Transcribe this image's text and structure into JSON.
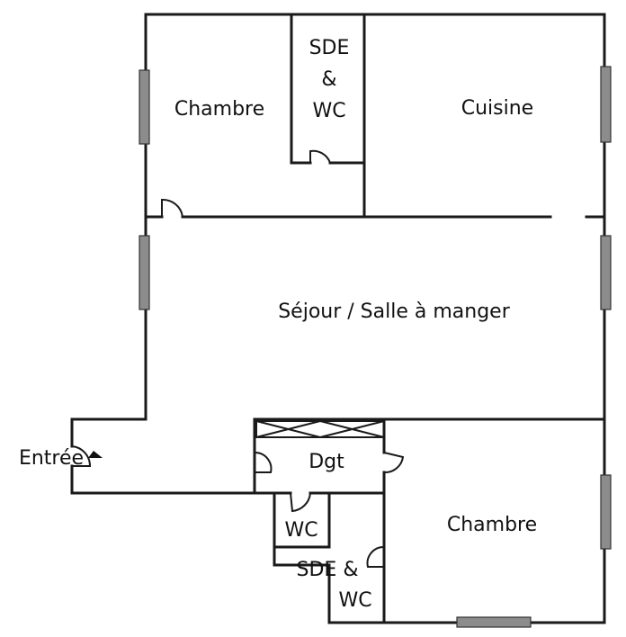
{
  "rooms": {
    "chambre_1": "Chambre",
    "sde_wc_1_line1": "SDE",
    "sde_wc_1_line2": "&",
    "sde_wc_1_line3": "WC",
    "cuisine": "Cuisine",
    "sejour": "Séjour / Salle à manger",
    "entree": "Entrée",
    "dgt": "Dgt",
    "wc": "WC",
    "sde_wc_2_line1": "SDE &",
    "sde_wc_2_line2": "WC",
    "chambre_2": "Chambre"
  }
}
